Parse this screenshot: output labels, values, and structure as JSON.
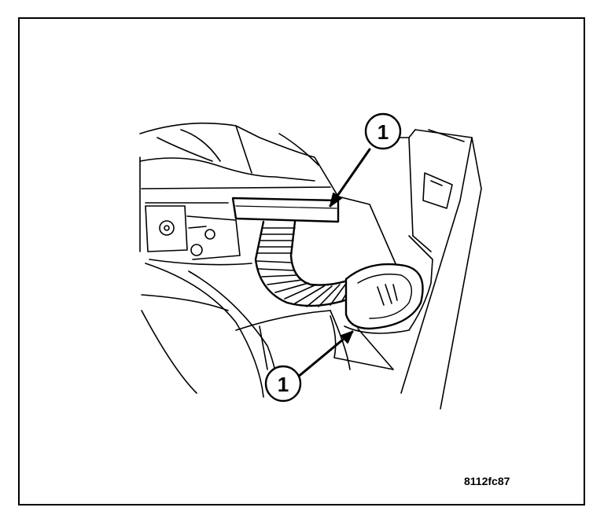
{
  "figure": {
    "callout_top": "1",
    "callout_bottom": "1",
    "figure_id": "8112fc87"
  },
  "colors": {
    "ink": "#000000",
    "paper": "#ffffff"
  }
}
